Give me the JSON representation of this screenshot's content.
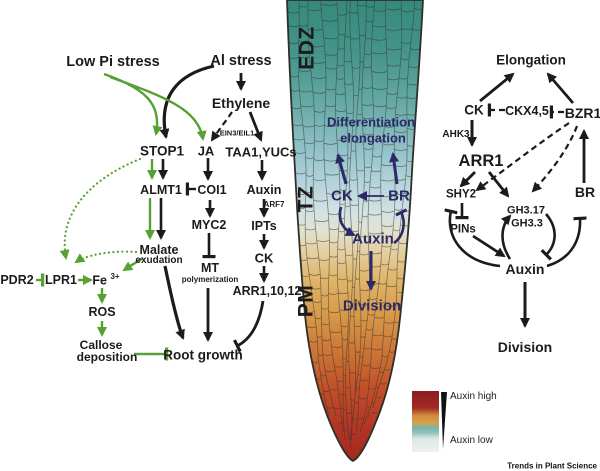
{
  "colors": {
    "green": "#58a033",
    "navy": "#2b2966",
    "ink": "#1b1b1b",
    "root_teal": "#3b8c7f",
    "root_orange": "#d89a4a",
    "root_red": "#a82920"
  },
  "left_panel": {
    "low_pi_stress": "Low Pi stress",
    "al_stress": "Al stress",
    "ethylene": "Ethylene",
    "ein3_eil1": "EIN3/EIL1",
    "ja": "JA",
    "taa1_yucs": "TAA1,YUCs",
    "stop1": "STOP1",
    "almt1": "ALMT1",
    "coi1": "COI1",
    "myc2": "MYC2",
    "auxin": "Auxin",
    "arf7": "ARF7",
    "ipts": "IPTs",
    "malate": "Malate",
    "exudation": "exudation",
    "mt": "MT",
    "polymerization": "polymerization",
    "ck": "CK",
    "arr1_10_12": "ARR1,10,12",
    "pdr2": "PDR2",
    "lpr1": "LPR1",
    "fe": "Fe",
    "fe_sup": "3+",
    "ros": "ROS",
    "callose": "Callose",
    "deposition": "deposition",
    "root_growth": "Root growth"
  },
  "root": {
    "zones": {
      "edz": "EDZ",
      "tz": "TZ",
      "pm": "PM"
    },
    "differentiation": "Differentiation",
    "elongation": "elongation",
    "ck": "CK",
    "br": "BR",
    "auxin": "Auxin",
    "division": "Division"
  },
  "legend": {
    "high": "Auxin high",
    "low": "Auxin low"
  },
  "right_panel": {
    "elongation": "Elongation",
    "ck": "CK",
    "ckx45": "CKX4,5",
    "bzr1": "BZR1",
    "ahk3": "AHK3",
    "arr1": "ARR1",
    "shy2": "SHY2",
    "pins": "PINs",
    "gh317": "GH3.17",
    "gh33": "GH3.3",
    "br": "BR",
    "auxin": "Auxin",
    "division": "Division"
  },
  "footer": {
    "journal": "Trends in Plant Science"
  }
}
